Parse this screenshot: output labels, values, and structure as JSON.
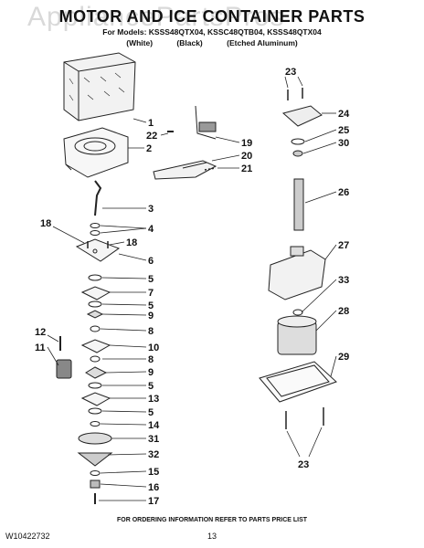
{
  "header": {
    "watermark": "AppliancePartsPros",
    "title": "MOTOR AND ICE CONTAINER PARTS",
    "models_line": "For Models: KSSS48QTX04, KSSC48QTB04, KSSS48QTX04",
    "finishes": [
      "(White)",
      "(Black)",
      "(Etched Aluminum)"
    ]
  },
  "callouts": [
    "1",
    "2",
    "3",
    "4",
    "5",
    "6",
    "7",
    "5",
    "9",
    "8",
    "10",
    "9",
    "5",
    "13",
    "5",
    "14",
    "31",
    "32",
    "15",
    "16",
    "17",
    "18",
    "18",
    "11",
    "12",
    "19",
    "20",
    "21",
    "22",
    "23",
    "24",
    "25",
    "30",
    "26",
    "27",
    "33",
    "28",
    "29",
    "23"
  ],
  "footer": {
    "order_note": "FOR ORDERING INFORMATION REFER TO PARTS PRICE LIST",
    "doc_code": "W10422732",
    "page": "13"
  }
}
